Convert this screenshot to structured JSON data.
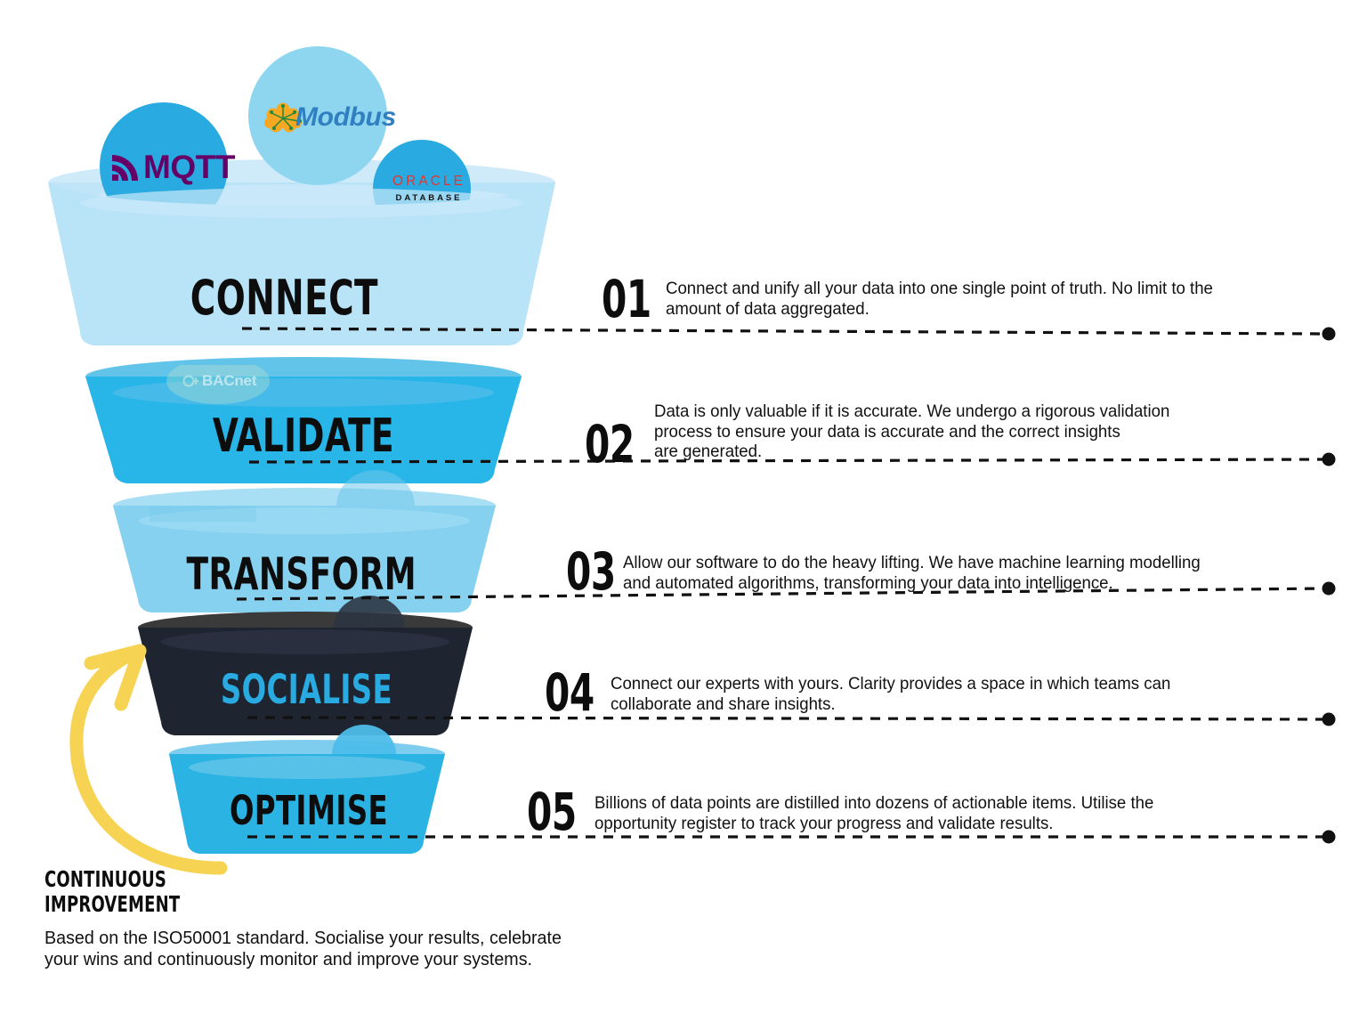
{
  "funnel": {
    "stages": [
      {
        "id": "connect",
        "label": "CONNECT",
        "fill": "#b9e3f7",
        "rim": "#cfebfa",
        "text_color": "#0d0d0d"
      },
      {
        "id": "validate",
        "label": "VALIDATE",
        "fill": "#28b6e8",
        "rim": "#63c4e9",
        "text_color": "#0d0d0d"
      },
      {
        "id": "transform",
        "label": "TRANSFORM",
        "fill": "#86d1ef",
        "rim": "#a9dff5",
        "text_color": "#0d0d0d"
      },
      {
        "id": "socialise",
        "label": "SOCIALISE",
        "fill": "#1e2430",
        "rim": "#3a3a3a",
        "text_color": "#29abe2"
      },
      {
        "id": "optimise",
        "label": "OPTIMISE",
        "fill": "#2bb3e3",
        "rim": "#7ecdee",
        "text_color": "#0d0d0d"
      }
    ]
  },
  "steps": [
    {
      "number": "01",
      "description": "Connect and unify all your data into one single point of truth. No limit to the\namount of data aggregated."
    },
    {
      "number": "02",
      "description": "Data is only valuable if it is accurate. We undergo a rigorous validation\nprocess to ensure your data is accurate and the correct insights\nare generated."
    },
    {
      "number": "03",
      "description": "Allow our software to do the heavy lifting. We have machine learning modelling\nand automated algorithms, transforming your data into intelligence."
    },
    {
      "number": "04",
      "description": "Connect our experts with yours. Clarity provides a space in which teams can\ncollaborate and share insights."
    },
    {
      "number": "05",
      "description": "Billions of data points are distilled into dozens of actionable items. Utilise the\nopportunity register to track your progress and validate results."
    }
  ],
  "logos": [
    {
      "id": "mqtt",
      "name": "MQTT",
      "bubble_color": "#29abe2",
      "text_color": "#660066"
    },
    {
      "id": "modbus",
      "name": "Modbus",
      "bubble_color": "#8ed5f0",
      "text_color": "#2f7fc1"
    },
    {
      "id": "oracle",
      "name": "ORACLE",
      "subtitle": "DATABASE",
      "bubble_color": "#29abe2",
      "text_color": "#e8342a"
    },
    {
      "id": "bacnet",
      "name": "BACnet",
      "text_color": "#ffffff"
    }
  ],
  "continuous_improvement": {
    "label": "CONTINUOUS\nIMPROVEMENT",
    "arrow_color": "#f7d354"
  },
  "footnote": "Based on the ISO50001 standard. Socialise your results, celebrate\nyour wins and continuously monitor and improve your systems.",
  "colors": {
    "accent_cyan": "#29abe2",
    "light_blue": "#b9e3f7",
    "dark_navy": "#1e2430",
    "yellow": "#f7d354",
    "dash_line": "#111111"
  }
}
